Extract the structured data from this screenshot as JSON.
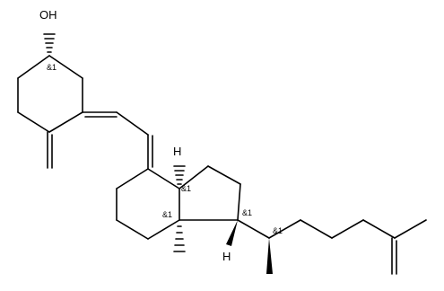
{
  "atom_labels": {
    "oh": "OH",
    "h_ring_junction": "H",
    "h_c17": "H"
  },
  "stereo_labels": {
    "c3": "&1",
    "c9": "&1",
    "c13": "&1",
    "c17": "&1",
    "c20": "&1"
  },
  "colors": {
    "bond": "#000000",
    "background": "#ffffff"
  }
}
